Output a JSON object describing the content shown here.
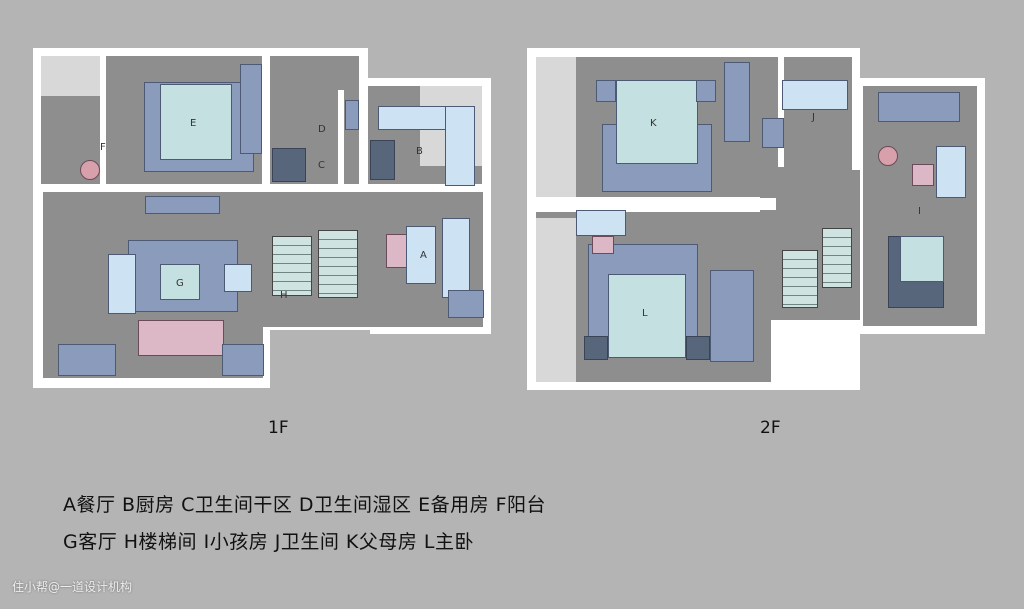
{
  "floors": [
    {
      "label": "1F"
    },
    {
      "label": "2F"
    }
  ],
  "rooms_1f": {
    "A": "A",
    "B": "B",
    "C": "C",
    "D": "D",
    "E": "E",
    "F": "F",
    "G": "G",
    "H": "H"
  },
  "rooms_2f": {
    "I": "I",
    "J": "J",
    "K": "K",
    "L": "L"
  },
  "legend": {
    "line1": "A餐厅 B厨房 C卫生间干区  D卫生间湿区 E备用房 F阳台",
    "line2": "G客厅 H楼梯间  I小孩房 J卫生间  K父母房  L主卧"
  },
  "watermark": "住小帮@一道设计机构",
  "colors": {
    "background": "#b4b4b4",
    "wall": "#ffffff",
    "floor": "#8e8e8e",
    "furniture": "#8b9bbb",
    "bed": "#c4e0e0",
    "accent_pink": "#dcb8c6"
  }
}
